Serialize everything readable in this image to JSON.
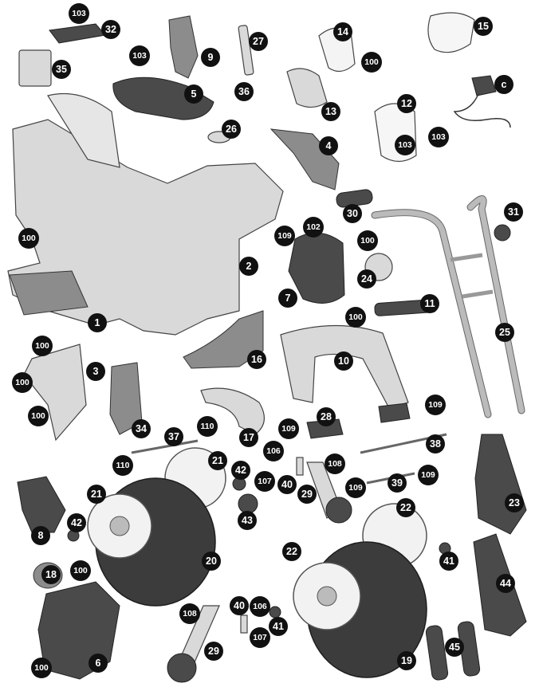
{
  "callouts": [
    {
      "id": "c-103a",
      "label": "103"
    },
    {
      "id": "c-32",
      "label": "32"
    },
    {
      "id": "c-35",
      "label": "35"
    },
    {
      "id": "c-103b",
      "label": "103"
    },
    {
      "id": "c-9",
      "label": "9"
    },
    {
      "id": "c-27",
      "label": "27"
    },
    {
      "id": "c-14",
      "label": "14"
    },
    {
      "id": "c-15",
      "label": "15"
    },
    {
      "id": "c-100a",
      "label": "100"
    },
    {
      "id": "c-5",
      "label": "5"
    },
    {
      "id": "c-36",
      "label": "36"
    },
    {
      "id": "c-13",
      "label": "13"
    },
    {
      "id": "c-c",
      "label": "c"
    },
    {
      "id": "c-12",
      "label": "12"
    },
    {
      "id": "c-103c",
      "label": "103"
    },
    {
      "id": "c-103d",
      "label": "103"
    },
    {
      "id": "c-26",
      "label": "26"
    },
    {
      "id": "c-4",
      "label": "4"
    },
    {
      "id": "c-30",
      "label": "30"
    },
    {
      "id": "c-31",
      "label": "31"
    },
    {
      "id": "c-100b",
      "label": "100"
    },
    {
      "id": "c-109a",
      "label": "109"
    },
    {
      "id": "c-102",
      "label": "102"
    },
    {
      "id": "c-100c",
      "label": "100"
    },
    {
      "id": "c-2",
      "label": "2"
    },
    {
      "id": "c-24",
      "label": "24"
    },
    {
      "id": "c-7",
      "label": "7"
    },
    {
      "id": "c-11",
      "label": "11"
    },
    {
      "id": "c-100d",
      "label": "100"
    },
    {
      "id": "c-1",
      "label": "1"
    },
    {
      "id": "c-25",
      "label": "25"
    },
    {
      "id": "c-100e",
      "label": "100"
    },
    {
      "id": "c-10",
      "label": "10"
    },
    {
      "id": "c-16",
      "label": "16"
    },
    {
      "id": "c-3",
      "label": "3"
    },
    {
      "id": "c-100f",
      "label": "100"
    },
    {
      "id": "c-100g",
      "label": "100"
    },
    {
      "id": "c-28",
      "label": "28"
    },
    {
      "id": "c-109b",
      "label": "109"
    },
    {
      "id": "c-110a",
      "label": "110"
    },
    {
      "id": "c-34",
      "label": "34"
    },
    {
      "id": "c-37",
      "label": "37"
    },
    {
      "id": "c-17",
      "label": "17"
    },
    {
      "id": "c-109c",
      "label": "109"
    },
    {
      "id": "c-38",
      "label": "38"
    },
    {
      "id": "c-21a",
      "label": "21"
    },
    {
      "id": "c-106a",
      "label": "106"
    },
    {
      "id": "c-110b",
      "label": "110"
    },
    {
      "id": "c-42a",
      "label": "42"
    },
    {
      "id": "c-108a",
      "label": "108"
    },
    {
      "id": "c-107a",
      "label": "107"
    },
    {
      "id": "c-40a",
      "label": "40"
    },
    {
      "id": "c-29a",
      "label": "29"
    },
    {
      "id": "c-109d",
      "label": "109"
    },
    {
      "id": "c-39",
      "label": "39"
    },
    {
      "id": "c-109e",
      "label": "109"
    },
    {
      "id": "c-21b",
      "label": "21"
    },
    {
      "id": "c-23",
      "label": "23"
    },
    {
      "id": "c-22a",
      "label": "22"
    },
    {
      "id": "c-43",
      "label": "43"
    },
    {
      "id": "c-8",
      "label": "8"
    },
    {
      "id": "c-42b",
      "label": "42"
    },
    {
      "id": "c-20",
      "label": "20"
    },
    {
      "id": "c-22b",
      "label": "22"
    },
    {
      "id": "c-41a",
      "label": "41"
    },
    {
      "id": "c-18",
      "label": "18"
    },
    {
      "id": "c-100h",
      "label": "100"
    },
    {
      "id": "c-44",
      "label": "44"
    },
    {
      "id": "c-40b",
      "label": "40"
    },
    {
      "id": "c-106b",
      "label": "106"
    },
    {
      "id": "c-108b",
      "label": "108"
    },
    {
      "id": "c-41b",
      "label": "41"
    },
    {
      "id": "c-107b",
      "label": "107"
    },
    {
      "id": "c-45",
      "label": "45"
    },
    {
      "id": "c-29b",
      "label": "29"
    },
    {
      "id": "c-6",
      "label": "6"
    },
    {
      "id": "c-100i",
      "label": "100"
    },
    {
      "id": "c-19",
      "label": "19"
    }
  ],
  "colors": {
    "callout_bg": "#111111",
    "callout_text": "#ffffff",
    "part_light": "#d9d9d9",
    "part_dark": "#4a4a4a",
    "tire": "#3c3c3c"
  }
}
